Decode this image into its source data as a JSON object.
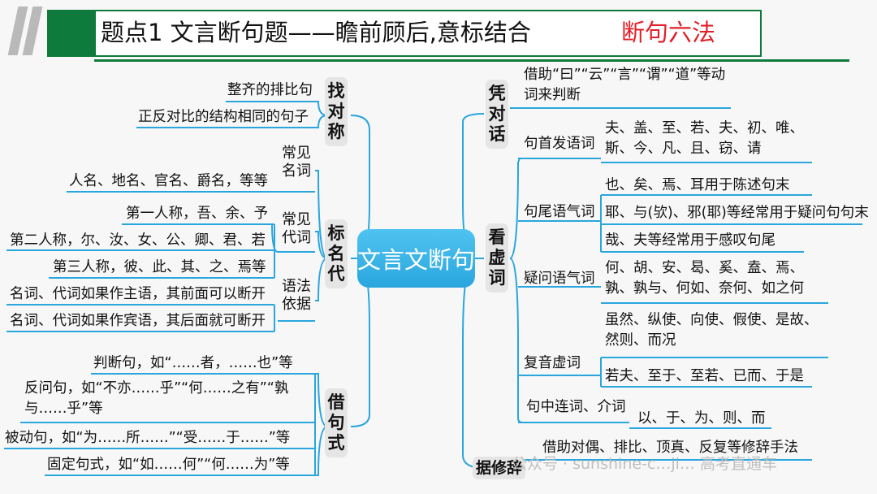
{
  "header": {
    "title": "题点1 文言断句题——瞻前顾后,意标结合",
    "subtitle": "断句六法"
  },
  "center": "文言文断句",
  "left": {
    "zhao": {
      "label": "找对称",
      "items": [
        "整齐的排比句",
        "正反对比的结构相同的句子"
      ]
    },
    "biao": {
      "label": "标名代",
      "changjian_mingci": {
        "label": "常见名词",
        "items": [
          "人名、地名、官名、爵名，等等"
        ]
      },
      "changjian_daici": {
        "label": "常见代词",
        "items": [
          "第一人称，吾、余、予",
          "第二人称，尔、汝、女、公、卿、君、若",
          "第三人称，彼、此、其、之、焉等"
        ]
      },
      "yufa": {
        "label": "语法依据",
        "items": [
          "名词、代词如果作主语，其前面可以断开",
          "名词、代词如果作宾语，其后面就可断开"
        ]
      }
    },
    "jie": {
      "label": "借句式",
      "items": [
        "判断句，如“……者，……也”等",
        "反问句，如“不亦……乎”“何……之有”“孰与……乎”等",
        "被动句，如“为……所……”“受……于……”等",
        "固定句式，如“如……何”“何……为”等"
      ]
    }
  },
  "right": {
    "ping": {
      "label": "凭对话",
      "items": [
        "借助“曰”“云”“言”“谓”“道”等动词来判断"
      ]
    },
    "kan": {
      "label": "看虚词",
      "jushou": {
        "label": "句首发语词",
        "items": [
          "夫、盖、至、若、夫、初、唯、斯、今、凡、且、窃、请"
        ]
      },
      "juwei": {
        "label": "句尾语气词",
        "items": [
          "也、矣、焉、耳用于陈述句末",
          "耶、与(欤)、邪(耶)等经常用于疑问句句末",
          "哉、夫等经常用于感叹句尾"
        ]
      },
      "yiwen": {
        "label": "疑问语气词",
        "items": [
          "何、胡、安、曷、奚、盍、焉、孰、孰与、何如、奈何、如之何"
        ]
      },
      "fuyin": {
        "label": "复音虚词",
        "items": [
          "虽然、纵使、向使、假使、是故、然则、而况",
          "若夫、至于、至若、已而、于是"
        ]
      },
      "juzhong": {
        "label": "句中连词、介词",
        "items": [
          "以、于、为、则、而"
        ]
      }
    },
    "ju": {
      "label": "据修辞",
      "items": [
        "借助对偶、排比、顶真、反复等修辞手法"
      ]
    }
  },
  "watermark": "公众号 · sunshine-c…ji…  高考直通车",
  "colors": {
    "green": "#0e7a3b",
    "red": "#e0202a",
    "line": "#2aa6de",
    "center": "#2aa6de"
  }
}
